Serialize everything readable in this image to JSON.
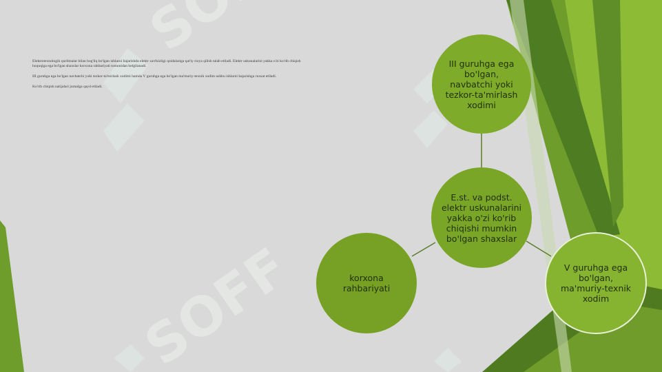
{
  "body_text": {
    "paragraph1": "Elektrotexnologik qurilmalar bilan bog'liq bo'lgan ishlarni bajarishda elektr xavfsizligi qoidalariga qat'iy rioya qilish talab etiladi. Elektr uskunalarini yakka o'zi ko'rib chiqish huquqiga ega bo'lgan shaxslar korxona rahbariyati tomonidan belgilanadi.",
    "paragraph2": "III guruhga ega bo'lgan navbatchi yoki tezkor-ta'mirlash xodimi hamda V guruhga ega bo'lgan ma'muriy-texnik xodim ushbu ishlarni bajarishga ruxsat etiladi.",
    "paragraph3": "Ko'rib chiqish natijalari jurnalga qayd etiladi."
  },
  "diagram": {
    "nodes": {
      "top": "III guruhga ega bo'lgan, navbatchi yoki tezkor-ta'mirlash xodimi",
      "center": "E.st. va podst. elektr uskunalarini yakka o'zi ko'rib chiqishi mumkin bo'lgan shaxslar",
      "left": "korxona rahbariyati",
      "right": "V guruhga ega bo'lgan, ma'muriy-texnik xodim"
    },
    "node_color": "#7aa628",
    "accent_dark": "#4f7a1f",
    "accent_light": "#a6c95a"
  }
}
